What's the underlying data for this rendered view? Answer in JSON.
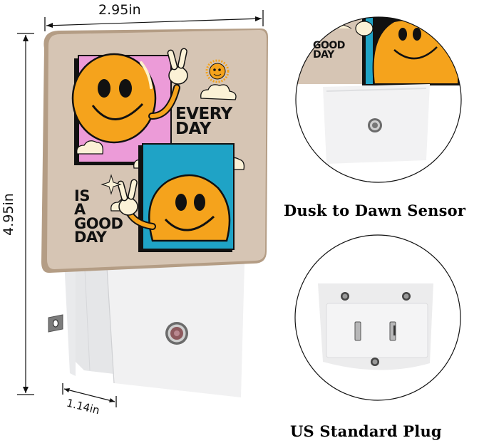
{
  "product": {
    "type": "plug-in night light",
    "shade_colors": {
      "background": "#d5c4b3",
      "edge": "#b8a08a",
      "pink_panel": "#ec9bd8",
      "blue_panel": "#1fa3c6",
      "smiley": "#f5a31c",
      "cloud": "#fbf1d6",
      "ink": "#111111"
    },
    "artwork": {
      "slogan_top": [
        "EVERY",
        "DAY"
      ],
      "slogan_bottom": [
        "IS",
        "A",
        "GOOD",
        "DAY"
      ]
    }
  },
  "dimensions": {
    "width": "2.95in",
    "height": "4.95in",
    "depth": "1.14in"
  },
  "callouts": [
    {
      "id": "sensor",
      "label": "Dusk to Dawn Sensor"
    },
    {
      "id": "plug",
      "label": "US Standard Plug"
    }
  ]
}
